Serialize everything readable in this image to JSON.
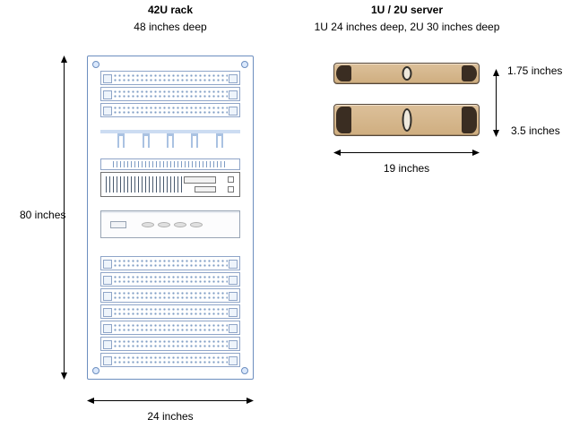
{
  "rack": {
    "title": "42U rack",
    "subtitle": "48 inches deep",
    "height_label": "80 inches",
    "width_label": "24 inches",
    "units": [
      {
        "type": "patch-panel"
      },
      {
        "type": "patch-panel"
      },
      {
        "type": "patch-panel"
      },
      {
        "type": "gap",
        "size": 10
      },
      {
        "type": "cable-hooks",
        "hooks": 5
      },
      {
        "type": "finger-duct"
      },
      {
        "type": "switch"
      },
      {
        "type": "gap",
        "size": 11
      },
      {
        "type": "server-unit",
        "buttons": 4
      },
      {
        "type": "gap",
        "size": 16
      },
      {
        "type": "patch-panel"
      },
      {
        "type": "patch-panel"
      },
      {
        "type": "patch-panel"
      },
      {
        "type": "patch-panel"
      },
      {
        "type": "patch-panel"
      },
      {
        "type": "patch-panel"
      },
      {
        "type": "patch-panel"
      }
    ]
  },
  "server": {
    "title": "1U / 2U server",
    "subtitle": "1U 24 inches deep, 2U 30 inches deep",
    "u1_height_label": "1.75 inches",
    "u2_height_label": "3.5 inches",
    "width_label": "19 inches"
  },
  "colors": {
    "rack_stroke": "#6c8ebf",
    "rack_fill": "#dae8fc",
    "panel_stroke": "#8fa5c8",
    "server_body": "#d2b48c",
    "server_end_cap": "#3a2d22",
    "text": "#000000"
  }
}
